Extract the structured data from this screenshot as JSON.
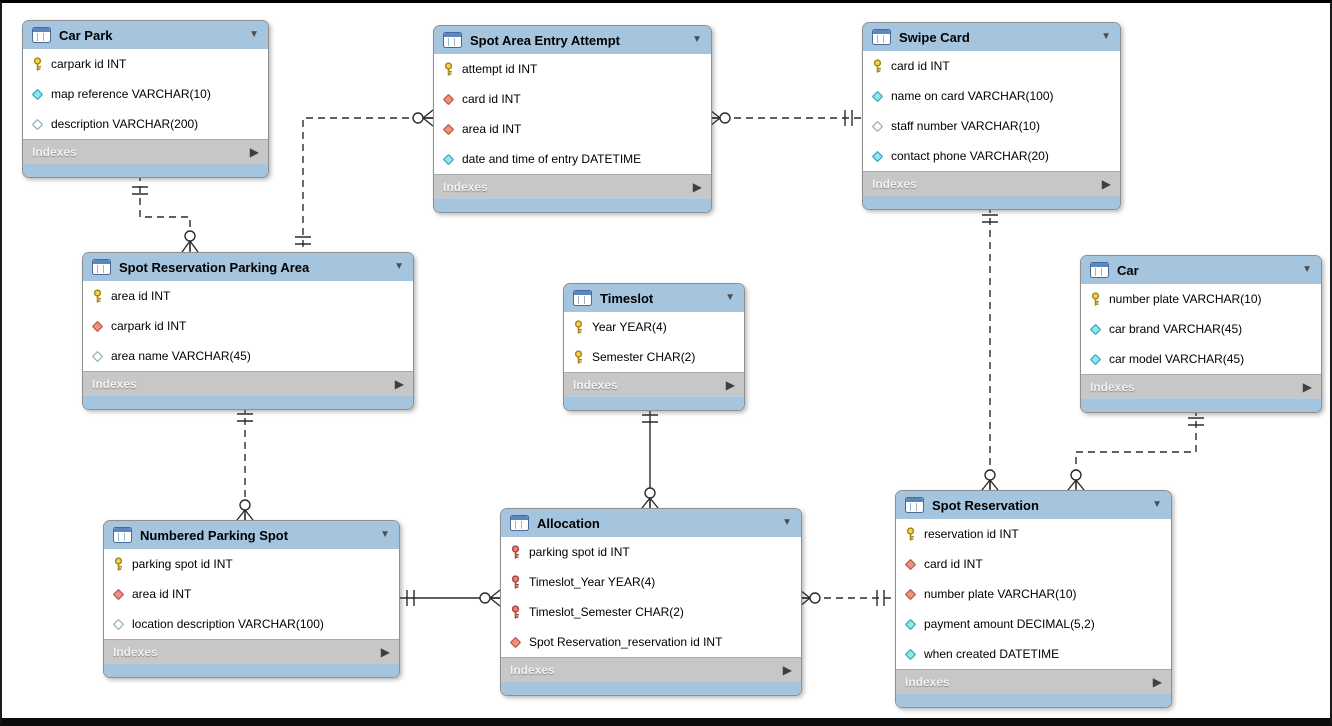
{
  "ui": {
    "indexes_label": "Indexes",
    "collapse_caret": "▼",
    "expand_arrow": "▶",
    "colors": {
      "table_header": "#A5C5DE",
      "indexes_bar": "#C7C7C7",
      "primary_key_icon": "#F5D54F",
      "primary_foreign_key_icon": "#EE8275",
      "foreign_key_icon": "#F0907F",
      "not_null_icon": "#8BE8F0",
      "nullable_icon": "#FFFFFF",
      "connector": "#2B2B2B"
    }
  },
  "tables": [
    {
      "title": "Car Park",
      "columns": [
        {
          "icon": "primary-key",
          "text": "carpark id INT"
        },
        {
          "icon": "not-null",
          "text": "map reference VARCHAR(10)"
        },
        {
          "icon": "nullable",
          "text": "description VARCHAR(200)"
        }
      ]
    },
    {
      "title": "Spot Area Entry Attempt",
      "columns": [
        {
          "icon": "primary-key",
          "text": "attempt id INT"
        },
        {
          "icon": "foreign-key",
          "text": "card id INT"
        },
        {
          "icon": "foreign-key",
          "text": "area id INT"
        },
        {
          "icon": "not-null",
          "text": "date and time of entry DATETIME"
        }
      ]
    },
    {
      "title": "Swipe Card",
      "columns": [
        {
          "icon": "primary-key",
          "text": "card id INT"
        },
        {
          "icon": "not-null",
          "text": "name on card VARCHAR(100)"
        },
        {
          "icon": "nullable",
          "text": "staff number VARCHAR(10)"
        },
        {
          "icon": "not-null",
          "text": "contact phone VARCHAR(20)"
        }
      ]
    },
    {
      "title": "Spot Reservation Parking Area",
      "columns": [
        {
          "icon": "primary-key",
          "text": "area id INT"
        },
        {
          "icon": "foreign-key",
          "text": "carpark id INT"
        },
        {
          "icon": "nullable",
          "text": "area name VARCHAR(45)"
        }
      ]
    },
    {
      "title": "Timeslot",
      "columns": [
        {
          "icon": "primary-key",
          "text": "Year YEAR(4)"
        },
        {
          "icon": "primary-key",
          "text": "Semester CHAR(2)"
        }
      ]
    },
    {
      "title": "Car",
      "columns": [
        {
          "icon": "primary-key",
          "text": "number plate VARCHAR(10)"
        },
        {
          "icon": "not-null",
          "text": "car brand VARCHAR(45)"
        },
        {
          "icon": "not-null",
          "text": "car model VARCHAR(45)"
        }
      ]
    },
    {
      "title": "Numbered Parking Spot",
      "columns": [
        {
          "icon": "primary-key",
          "text": "parking spot id INT"
        },
        {
          "icon": "foreign-key",
          "text": "area id INT"
        },
        {
          "icon": "nullable",
          "text": "location description VARCHAR(100)"
        }
      ]
    },
    {
      "title": "Allocation",
      "columns": [
        {
          "icon": "primary-foreign-key",
          "text": "parking spot id INT"
        },
        {
          "icon": "primary-foreign-key",
          "text": "Timeslot_Year YEAR(4)"
        },
        {
          "icon": "primary-foreign-key",
          "text": "Timeslot_Semester CHAR(2)"
        },
        {
          "icon": "foreign-key",
          "text": "Spot Reservation_reservation id INT"
        }
      ]
    },
    {
      "title": "Spot Reservation",
      "columns": [
        {
          "icon": "primary-key",
          "text": "reservation id INT"
        },
        {
          "icon": "foreign-key",
          "text": "card id INT"
        },
        {
          "icon": "foreign-key",
          "text": "number plate VARCHAR(10)"
        },
        {
          "icon": "not-null",
          "text": "payment amount DECIMAL(5,2)"
        },
        {
          "icon": "not-null",
          "text": "when created DATETIME"
        }
      ]
    }
  ],
  "relationships": [
    {
      "many_side": "Spot Reservation Parking Area",
      "one_side": "Car Park",
      "style": "dashed",
      "many_cardinality": "0..*",
      "one_cardinality": "1"
    },
    {
      "many_side": "Spot Area Entry Attempt",
      "one_side": "Spot Reservation Parking Area",
      "style": "dashed",
      "many_cardinality": "0..*",
      "one_cardinality": "1"
    },
    {
      "many_side": "Spot Area Entry Attempt",
      "one_side": "Swipe Card",
      "style": "dashed",
      "many_cardinality": "0..*",
      "one_cardinality": "1"
    },
    {
      "many_side": "Spot Reservation",
      "one_side": "Swipe Card",
      "style": "dashed",
      "many_cardinality": "0..*",
      "one_cardinality": "1"
    },
    {
      "many_side": "Spot Reservation",
      "one_side": "Car",
      "style": "dashed",
      "many_cardinality": "0..*",
      "one_cardinality": "1"
    },
    {
      "many_side": "Numbered Parking Spot",
      "one_side": "Spot Reservation Parking Area",
      "style": "dashed",
      "many_cardinality": "0..*",
      "one_cardinality": "1"
    },
    {
      "many_side": "Allocation",
      "one_side": "Timeslot",
      "style": "solid",
      "many_cardinality": "0..*",
      "one_cardinality": "1"
    },
    {
      "many_side": "Allocation",
      "one_side": "Numbered Parking Spot",
      "style": "solid",
      "many_cardinality": "0..*",
      "one_cardinality": "1"
    },
    {
      "many_side": "Allocation",
      "one_side": "Spot Reservation",
      "style": "dashed",
      "many_cardinality": "0..*",
      "one_cardinality": "1"
    }
  ]
}
